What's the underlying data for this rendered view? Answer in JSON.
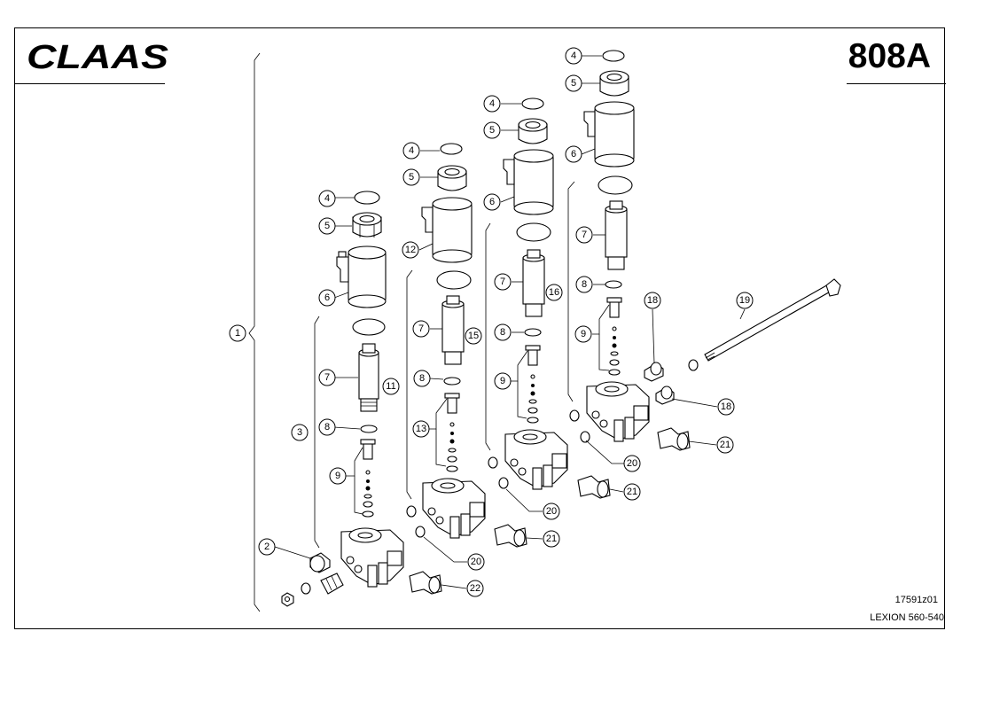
{
  "brand": {
    "logo_text": "CLAAS",
    "logo_color": "#000000"
  },
  "page_number": "808A",
  "drawing_id": "17591z01",
  "model": "LEXION 560-540",
  "callouts": [
    "1",
    "2",
    "3",
    "4",
    "5",
    "6",
    "7",
    "8",
    "9",
    "11",
    "12",
    "13",
    "15",
    "16",
    "18",
    "19",
    "20",
    "21",
    "22"
  ]
}
